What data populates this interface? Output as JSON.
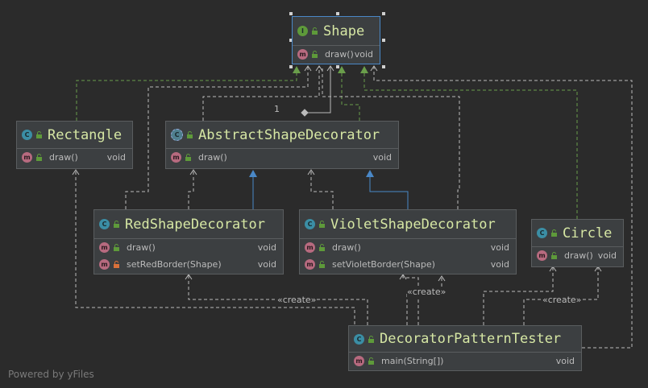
{
  "watermark": "Powered by yFiles",
  "stereotype_label": "«create»",
  "multiplicity": "1",
  "colors": {
    "background": "#2b2b2b",
    "class_fill": "#3c3f41",
    "class_name": "#d6e7a4",
    "dependency_line": "#bbbbbb",
    "realization_line": "#6a9e4b",
    "inheritance_line": "#4a88c7",
    "selection": "#4a88c7"
  },
  "classes": {
    "shape": {
      "kind": "interface",
      "icon": "interface-icon",
      "name": "Shape",
      "methods": [
        {
          "name": "draw()",
          "type": "void"
        }
      ]
    },
    "rectangle": {
      "kind": "class",
      "icon": "class-icon",
      "name": "Rectangle",
      "methods": [
        {
          "name": "draw()",
          "type": "void"
        }
      ]
    },
    "abstract": {
      "kind": "abstract-class",
      "icon": "abstract-class-icon",
      "name": "AbstractShapeDecorator",
      "methods": [
        {
          "name": "draw()",
          "type": "void"
        }
      ]
    },
    "red": {
      "kind": "class",
      "icon": "class-icon",
      "name": "RedShapeDecorator",
      "methods": [
        {
          "name": "draw()",
          "type": "void"
        },
        {
          "name": "setRedBorder(Shape)",
          "type": "void"
        }
      ]
    },
    "violet": {
      "kind": "class",
      "icon": "class-icon",
      "name": "VioletShapeDecorator",
      "methods": [
        {
          "name": "draw()",
          "type": "void"
        },
        {
          "name": "setVioletBorder(Shape)",
          "type": "void"
        }
      ]
    },
    "circle": {
      "kind": "class",
      "icon": "class-icon",
      "name": "Circle",
      "methods": [
        {
          "name": "draw()",
          "type": "void"
        }
      ]
    },
    "tester": {
      "kind": "class",
      "icon": "class-icon",
      "name": "DecoratorPatternTester",
      "methods": [
        {
          "name": "main(String[])",
          "type": "void"
        }
      ]
    }
  }
}
